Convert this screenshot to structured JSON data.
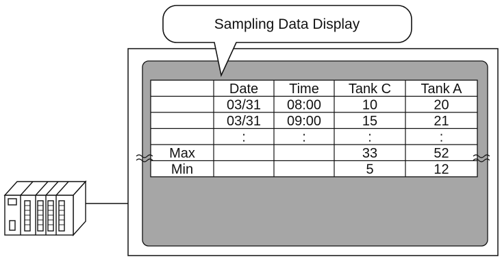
{
  "callout": {
    "label": "Sampling Data Display"
  },
  "table": {
    "columns": [
      "",
      "Date",
      "Time",
      "Tank C",
      "Tank A"
    ],
    "rows": [
      [
        "",
        "03/31",
        "08:00",
        "10",
        "20"
      ],
      [
        "",
        "03/31",
        "09:00",
        "15",
        "21"
      ],
      [
        "",
        ":",
        ":",
        ":",
        ":"
      ],
      [
        "Max",
        "",
        "",
        "33",
        "52"
      ],
      [
        "Min",
        "",
        "",
        "5",
        "12"
      ]
    ]
  },
  "colors": {
    "panel_gray": "#a6a6a6",
    "line": "#111111",
    "background": "#ffffff"
  },
  "icons": {
    "device": "plc-controller-icon",
    "break_marks": "wavy-break-icon"
  }
}
